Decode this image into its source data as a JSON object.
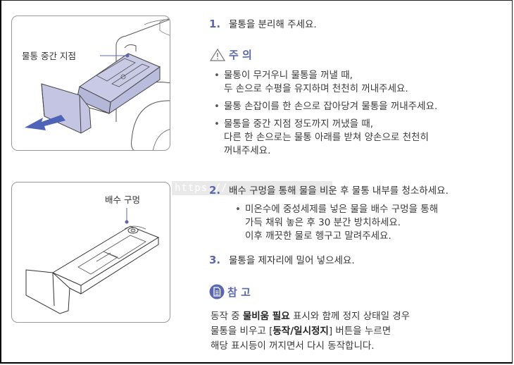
{
  "illustrations": [
    {
      "label": "물통 중간 지점",
      "description": "water tank being pulled out of the dryer unit"
    },
    {
      "label": "배수 구멍",
      "description": "water tank with drain hole marked"
    }
  ],
  "watermark": "https://",
  "steps": [
    {
      "number": "1.",
      "text": "물통을 분리해 주세요."
    },
    {
      "number": "2.",
      "text": "배수 구멍을 통해 물을 비운 후 물통 내부를 청소하세요."
    },
    {
      "number": "3.",
      "text": "물통을 제자리에 밀어 넣으세요."
    }
  ],
  "caution": {
    "icon": "warning-triangle-icon",
    "title": "주 의",
    "items": [
      {
        "lines": [
          "물통이 무거우니 물통을 꺼낼 때,",
          "두 손으로 수평을 유지하며 천천히 꺼내주세요."
        ]
      },
      {
        "lines": [
          "물통 손잡이를 한 손으로 잡아당겨 물통을 꺼내주세요."
        ]
      },
      {
        "lines": [
          "물통을 중간 지점 정도까지 꺼냈을 때,",
          "다른 한 손으로는 물통 아래를 받쳐 양손으로 천천히",
          "꺼내주세요."
        ]
      }
    ]
  },
  "step2_bullets": [
    {
      "lines": [
        "미온수에 중성세제를 넣은 물을 배수 구멍을 통해",
        "가득 채워 놓은 후 30 분간 방치하세요.",
        "이후 깨끗한 물로 헹구고 말려주세요."
      ]
    }
  ],
  "note": {
    "icon": "document-note-icon",
    "title": "참 고",
    "lines": [
      {
        "pre": "동작 중 ",
        "bold": "물비움 필요",
        "post": " 표시와 함께 정지 상태일 경우"
      },
      {
        "pre": "물통을 비우고 [",
        "bold": "동작/일시정지",
        "post": "] 버튼을 누르면"
      },
      {
        "pre": "해당 표시등이 꺼지면서 다시 동작합니다.",
        "bold": "",
        "post": ""
      }
    ]
  },
  "colors": {
    "accent": "#5b68b0",
    "tank_fill": "#c9cbe6",
    "arrow": "#4f63b8",
    "text": "#3a3a3a"
  }
}
